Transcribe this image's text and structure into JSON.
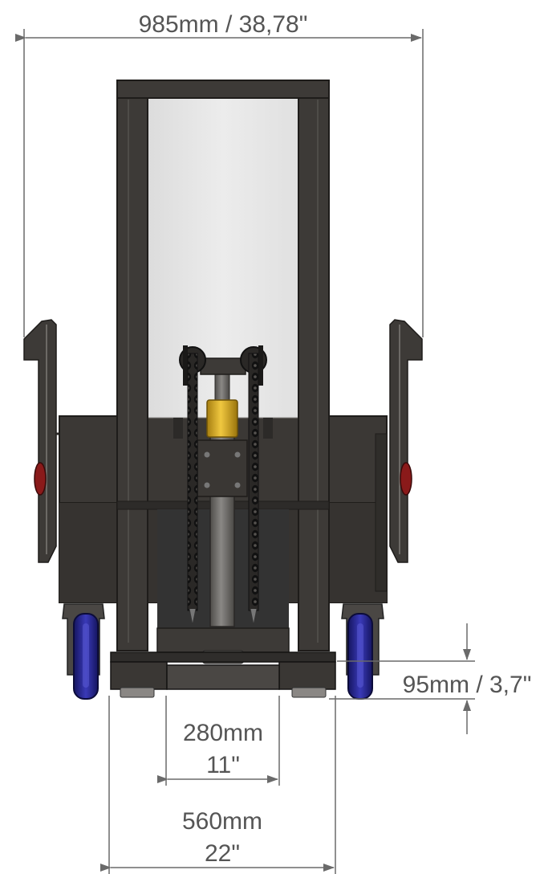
{
  "dimensions": {
    "overall_width": "985mm / 38,78\"",
    "ground_clearance": "95mm / 3,7\"",
    "inner_fork_mm": "280mm",
    "inner_fork_in": "11\"",
    "outer_fork_mm": "560mm",
    "outer_fork_in": "22\""
  },
  "colors": {
    "frame": "#3d3a37",
    "frame_dark": "#242220",
    "mast_glass": "#e6e6e6",
    "cylinder": "#6e6c69",
    "brass_collar": "#c8a020",
    "caster_wheel": "#1e1e8c",
    "tail_light": "#8a1a1a",
    "dimension_line": "#6a6a6a"
  }
}
